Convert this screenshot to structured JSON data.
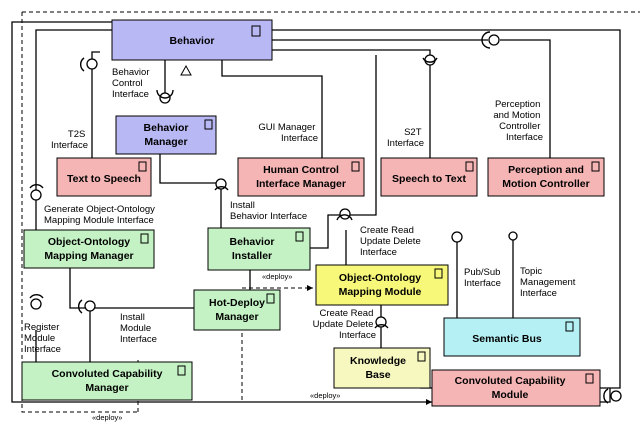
{
  "components": {
    "behavior": {
      "label": "Behavior",
      "color": "#b8b8f5"
    },
    "behavior_manager": {
      "line1": "Behavior",
      "line2": "Manager",
      "color": "#b8b8f5"
    },
    "text_to_speech": {
      "label": "Text to Speech",
      "color": "#f5b5b5"
    },
    "human_control": {
      "line1": "Human Control",
      "line2": "Interface Manager",
      "color": "#f5b5b5"
    },
    "speech_to_text": {
      "label": "Speech to Text",
      "color": "#f5b5b5"
    },
    "perception": {
      "line1": "Perception and",
      "line2": "Motion Controller",
      "color": "#f5b5b5"
    },
    "oo_mapping_manager": {
      "line1": "Object-Ontology",
      "line2": "Mapping Manager",
      "color": "#c4f2c4"
    },
    "behavior_installer": {
      "line1": "Behavior",
      "line2": "Installer",
      "color": "#c4f2c4"
    },
    "oo_mapping_module": {
      "line1": "Object-Ontology",
      "line2": "Mapping Module",
      "color": "#f7f77a"
    },
    "hot_deploy": {
      "line1": "Hot-Deploy",
      "line2": "Manager",
      "color": "#c4f2c4"
    },
    "semantic_bus": {
      "label": "Semantic Bus",
      "color": "#b5f0f5"
    },
    "knowledge_base": {
      "line1": "Knowledge",
      "line2": "Base",
      "color": "#f7f7c0"
    },
    "cc_manager": {
      "line1": "Convoluted Capability",
      "line2": "Manager",
      "color": "#c4f2c4"
    },
    "cc_module": {
      "line1": "Convoluted Capability",
      "line2": "Module",
      "color": "#f5b5b5"
    }
  },
  "interfaces": {
    "behavior_control": [
      "Behavior",
      "Control",
      "Interface"
    ],
    "t2s": [
      "T2S",
      "Interface"
    ],
    "gui_manager": [
      "GUI Manager",
      "Interface"
    ],
    "s2t": [
      "S2T",
      "Interface"
    ],
    "perception_motion": [
      "Perception",
      "and Motion",
      "Controller",
      "Interface"
    ],
    "generate_oo": [
      "Generate Object-Ontology",
      "Mapping Module Interface"
    ],
    "install_behavior": [
      "Install",
      "Behavior Interface"
    ],
    "crud_top": [
      "Create Read",
      "Update Delete",
      "Interface"
    ],
    "pubsub": [
      "Pub/Sub",
      "Interface"
    ],
    "topic_mgmt": [
      "Topic",
      "Management",
      "Interface"
    ],
    "crud_kb": [
      "Create Read",
      "Update Delete",
      "Interface"
    ],
    "install_module": [
      "Install",
      "Module",
      "Interface"
    ],
    "register_module": [
      "Register",
      "Module",
      "Interface"
    ]
  },
  "deploy_labels": {
    "a": "«deploy»",
    "b": "«deploy»",
    "c": "«deploy»"
  }
}
